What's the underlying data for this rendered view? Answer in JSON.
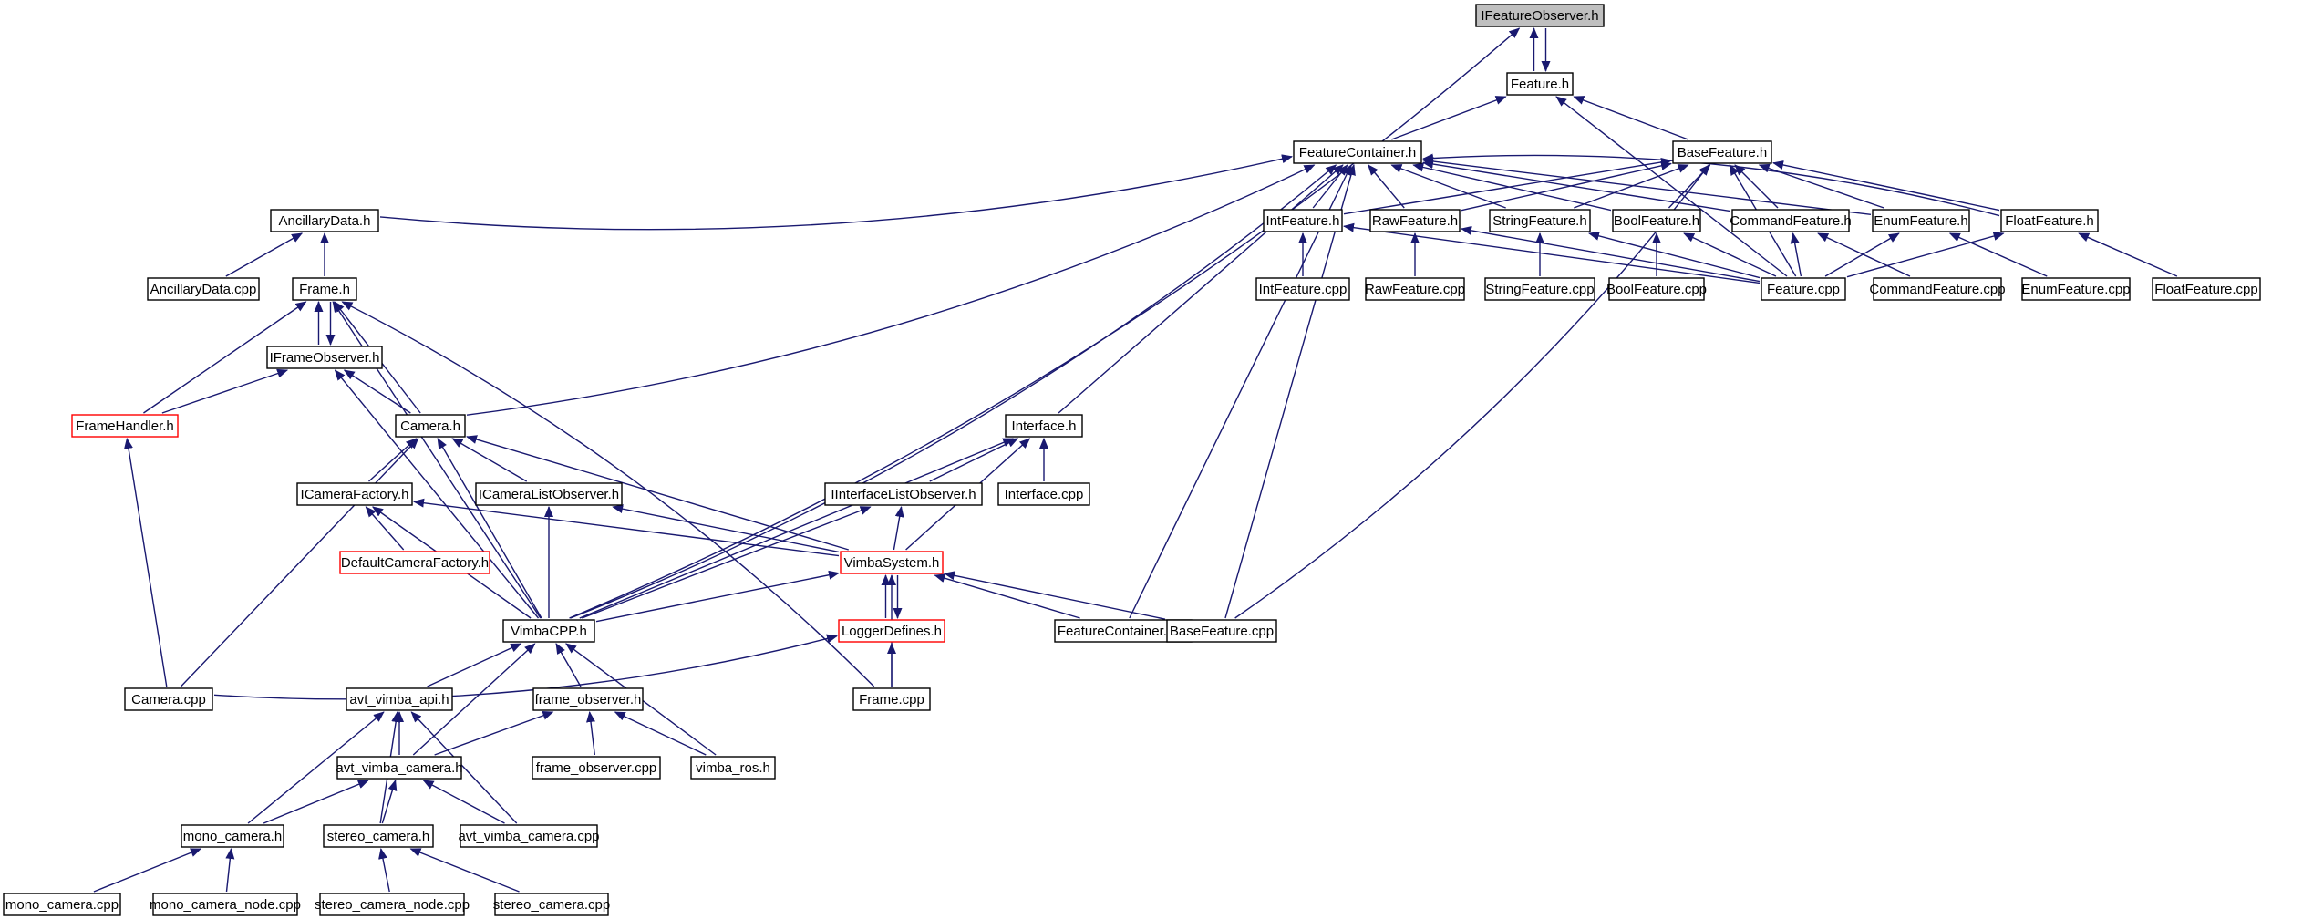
{
  "diagram": {
    "colors": {
      "edge": "#191970",
      "node_border": "#000000",
      "highlight_border": "#ff0000",
      "root_fill": "#bfbfbf"
    },
    "nodes": [
      {
        "id": "ifeatureobserver_h",
        "label": "IFeatureObserver.h",
        "style": "root"
      },
      {
        "id": "feature_h",
        "label": "Feature.h"
      },
      {
        "id": "featurecontainer_h",
        "label": "FeatureContainer.h"
      },
      {
        "id": "basefeature_h",
        "label": "BaseFeature.h"
      },
      {
        "id": "ancillarydata_h",
        "label": "AncillaryData.h"
      },
      {
        "id": "intfeature_h",
        "label": "IntFeature.h"
      },
      {
        "id": "rawfeature_h",
        "label": "RawFeature.h"
      },
      {
        "id": "stringfeature_h",
        "label": "StringFeature.h"
      },
      {
        "id": "boolfeature_h",
        "label": "BoolFeature.h"
      },
      {
        "id": "commandfeature_h",
        "label": "CommandFeature.h"
      },
      {
        "id": "enumfeature_h",
        "label": "EnumFeature.h"
      },
      {
        "id": "floatfeature_h",
        "label": "FloatFeature.h"
      },
      {
        "id": "ancillarydata_cpp",
        "label": "AncillaryData.cpp"
      },
      {
        "id": "frame_h",
        "label": "Frame.h"
      },
      {
        "id": "intfeature_cpp",
        "label": "IntFeature.cpp"
      },
      {
        "id": "rawfeature_cpp",
        "label": "RawFeature.cpp"
      },
      {
        "id": "stringfeature_cpp",
        "label": "StringFeature.cpp"
      },
      {
        "id": "boolfeature_cpp",
        "label": "BoolFeature.cpp"
      },
      {
        "id": "feature_cpp",
        "label": "Feature.cpp"
      },
      {
        "id": "commandfeature_cpp",
        "label": "CommandFeature.cpp"
      },
      {
        "id": "enumfeature_cpp",
        "label": "EnumFeature.cpp"
      },
      {
        "id": "floatfeature_cpp",
        "label": "FloatFeature.cpp"
      },
      {
        "id": "iframeobserver_h",
        "label": "IFrameObserver.h"
      },
      {
        "id": "framehandler_h",
        "label": "FrameHandler.h",
        "style": "red"
      },
      {
        "id": "camera_h",
        "label": "Camera.h"
      },
      {
        "id": "interface_h",
        "label": "Interface.h"
      },
      {
        "id": "icamerafactory_h",
        "label": "ICameraFactory.h"
      },
      {
        "id": "icameralistobserver_h",
        "label": "ICameraListObserver.h"
      },
      {
        "id": "iinterfacelistobserver_h",
        "label": "IInterfaceListObserver.h"
      },
      {
        "id": "interface_cpp",
        "label": "Interface.cpp"
      },
      {
        "id": "defaultcamerafactory_h",
        "label": "DefaultCameraFactory.h",
        "style": "red"
      },
      {
        "id": "vimbasystem_h",
        "label": "VimbaSystem.h",
        "style": "red"
      },
      {
        "id": "vimbacpp_h",
        "label": "VimbaCPP.h"
      },
      {
        "id": "loggerdefines_h",
        "label": "LoggerDefines.h",
        "style": "red"
      },
      {
        "id": "featurecontainer_cpp",
        "label": "FeatureContainer.cpp"
      },
      {
        "id": "basefeature_cpp",
        "label": "BaseFeature.cpp"
      },
      {
        "id": "camera_cpp",
        "label": "Camera.cpp"
      },
      {
        "id": "avt_vimba_api_h",
        "label": "avt_vimba_api.h"
      },
      {
        "id": "frame_observer_h",
        "label": "frame_observer.h"
      },
      {
        "id": "frame_cpp",
        "label": "Frame.cpp"
      },
      {
        "id": "avt_vimba_camera_h",
        "label": "avt_vimba_camera.h"
      },
      {
        "id": "frame_observer_cpp",
        "label": "frame_observer.cpp"
      },
      {
        "id": "vimba_ros_h",
        "label": "vimba_ros.h"
      },
      {
        "id": "mono_camera_h",
        "label": "mono_camera.h"
      },
      {
        "id": "stereo_camera_h",
        "label": "stereo_camera.h"
      },
      {
        "id": "avt_vimba_camera_cpp",
        "label": "avt_vimba_camera.cpp"
      },
      {
        "id": "mono_camera_cpp",
        "label": "mono_camera.cpp"
      },
      {
        "id": "mono_camera_node_cpp",
        "label": "mono_camera_node.cpp"
      },
      {
        "id": "stereo_camera_node_cpp",
        "label": "stereo_camera_node.cpp"
      },
      {
        "id": "stereo_camera_cpp",
        "label": "stereo_camera.cpp"
      }
    ],
    "edges": [
      [
        "ifeatureobserver_h",
        "feature_h"
      ],
      [
        "feature_h",
        "ifeatureobserver_h"
      ],
      [
        "ifeatureobserver_h",
        "vimbacpp_h"
      ],
      [
        "feature_h",
        "featurecontainer_h"
      ],
      [
        "feature_h",
        "basefeature_h"
      ],
      [
        "feature_h",
        "feature_cpp"
      ],
      [
        "featurecontainer_h",
        "ancillarydata_h"
      ],
      [
        "featurecontainer_h",
        "intfeature_h"
      ],
      [
        "featurecontainer_h",
        "rawfeature_h"
      ],
      [
        "featurecontainer_h",
        "stringfeature_h"
      ],
      [
        "featurecontainer_h",
        "boolfeature_h"
      ],
      [
        "featurecontainer_h",
        "commandfeature_h"
      ],
      [
        "featurecontainer_h",
        "enumfeature_h"
      ],
      [
        "featurecontainer_h",
        "floatfeature_h"
      ],
      [
        "featurecontainer_h",
        "camera_h"
      ],
      [
        "featurecontainer_h",
        "interface_h"
      ],
      [
        "featurecontainer_h",
        "vimbacpp_h"
      ],
      [
        "featurecontainer_h",
        "featurecontainer_cpp"
      ],
      [
        "featurecontainer_h",
        "basefeature_cpp"
      ],
      [
        "basefeature_h",
        "intfeature_h"
      ],
      [
        "basefeature_h",
        "rawfeature_h"
      ],
      [
        "basefeature_h",
        "stringfeature_h"
      ],
      [
        "basefeature_h",
        "boolfeature_h"
      ],
      [
        "basefeature_h",
        "commandfeature_h"
      ],
      [
        "basefeature_h",
        "enumfeature_h"
      ],
      [
        "basefeature_h",
        "floatfeature_h"
      ],
      [
        "basefeature_h",
        "feature_cpp"
      ],
      [
        "basefeature_h",
        "basefeature_cpp"
      ],
      [
        "ancillarydata_h",
        "ancillarydata_cpp"
      ],
      [
        "ancillarydata_h",
        "frame_h"
      ],
      [
        "intfeature_h",
        "intfeature_cpp"
      ],
      [
        "intfeature_h",
        "feature_cpp"
      ],
      [
        "rawfeature_h",
        "rawfeature_cpp"
      ],
      [
        "rawfeature_h",
        "feature_cpp"
      ],
      [
        "stringfeature_h",
        "stringfeature_cpp"
      ],
      [
        "stringfeature_h",
        "feature_cpp"
      ],
      [
        "boolfeature_h",
        "boolfeature_cpp"
      ],
      [
        "boolfeature_h",
        "feature_cpp"
      ],
      [
        "commandfeature_h",
        "commandfeature_cpp"
      ],
      [
        "commandfeature_h",
        "feature_cpp"
      ],
      [
        "enumfeature_h",
        "enumfeature_cpp"
      ],
      [
        "enumfeature_h",
        "feature_cpp"
      ],
      [
        "floatfeature_h",
        "floatfeature_cpp"
      ],
      [
        "floatfeature_h",
        "feature_cpp"
      ],
      [
        "frame_h",
        "iframeobserver_h"
      ],
      [
        "iframeobserver_h",
        "frame_h"
      ],
      [
        "frame_h",
        "framehandler_h"
      ],
      [
        "frame_h",
        "camera_h"
      ],
      [
        "frame_h",
        "vimbacpp_h"
      ],
      [
        "frame_h",
        "frame_cpp"
      ],
      [
        "iframeobserver_h",
        "framehandler_h"
      ],
      [
        "iframeobserver_h",
        "camera_h"
      ],
      [
        "iframeobserver_h",
        "vimbacpp_h"
      ],
      [
        "framehandler_h",
        "camera_cpp"
      ],
      [
        "camera_h",
        "icamerafactory_h"
      ],
      [
        "camera_h",
        "icameralistobserver_h"
      ],
      [
        "camera_h",
        "vimbasystem_h"
      ],
      [
        "camera_h",
        "vimbacpp_h"
      ],
      [
        "camera_h",
        "camera_cpp"
      ],
      [
        "interface_h",
        "iinterfacelistobserver_h"
      ],
      [
        "interface_h",
        "interface_cpp"
      ],
      [
        "interface_h",
        "vimbasystem_h"
      ],
      [
        "interface_h",
        "vimbacpp_h"
      ],
      [
        "icamerafactory_h",
        "defaultcamerafactory_h"
      ],
      [
        "icamerafactory_h",
        "vimbasystem_h"
      ],
      [
        "icamerafactory_h",
        "vimbacpp_h"
      ],
      [
        "icameralistobserver_h",
        "vimbasystem_h"
      ],
      [
        "icameralistobserver_h",
        "vimbacpp_h"
      ],
      [
        "iinterfacelistobserver_h",
        "vimbasystem_h"
      ],
      [
        "iinterfacelistobserver_h",
        "vimbacpp_h"
      ],
      [
        "vimbasystem_h",
        "vimbacpp_h"
      ],
      [
        "vimbasystem_h",
        "loggerdefines_h"
      ],
      [
        "loggerdefines_h",
        "vimbasystem_h"
      ],
      [
        "vimbasystem_h",
        "featurecontainer_cpp"
      ],
      [
        "vimbasystem_h",
        "basefeature_cpp"
      ],
      [
        "vimbasystem_h",
        "frame_cpp"
      ],
      [
        "loggerdefines_h",
        "camera_cpp"
      ],
      [
        "loggerdefines_h",
        "frame_cpp"
      ],
      [
        "vimbacpp_h",
        "avt_vimba_api_h"
      ],
      [
        "vimbacpp_h",
        "frame_observer_h"
      ],
      [
        "vimbacpp_h",
        "avt_vimba_camera_h"
      ],
      [
        "vimbacpp_h",
        "vimba_ros_h"
      ],
      [
        "avt_vimba_api_h",
        "avt_vimba_camera_h"
      ],
      [
        "avt_vimba_api_h",
        "mono_camera_h"
      ],
      [
        "avt_vimba_api_h",
        "stereo_camera_h"
      ],
      [
        "avt_vimba_api_h",
        "avt_vimba_camera_cpp"
      ],
      [
        "frame_observer_h",
        "avt_vimba_camera_h"
      ],
      [
        "frame_observer_h",
        "frame_observer_cpp"
      ],
      [
        "frame_observer_h",
        "vimba_ros_h"
      ],
      [
        "avt_vimba_camera_h",
        "mono_camera_h"
      ],
      [
        "avt_vimba_camera_h",
        "stereo_camera_h"
      ],
      [
        "avt_vimba_camera_h",
        "avt_vimba_camera_cpp"
      ],
      [
        "mono_camera_h",
        "mono_camera_cpp"
      ],
      [
        "mono_camera_h",
        "mono_camera_node_cpp"
      ],
      [
        "stereo_camera_h",
        "stereo_camera_node_cpp"
      ],
      [
        "stereo_camera_h",
        "stereo_camera_cpp"
      ]
    ]
  }
}
